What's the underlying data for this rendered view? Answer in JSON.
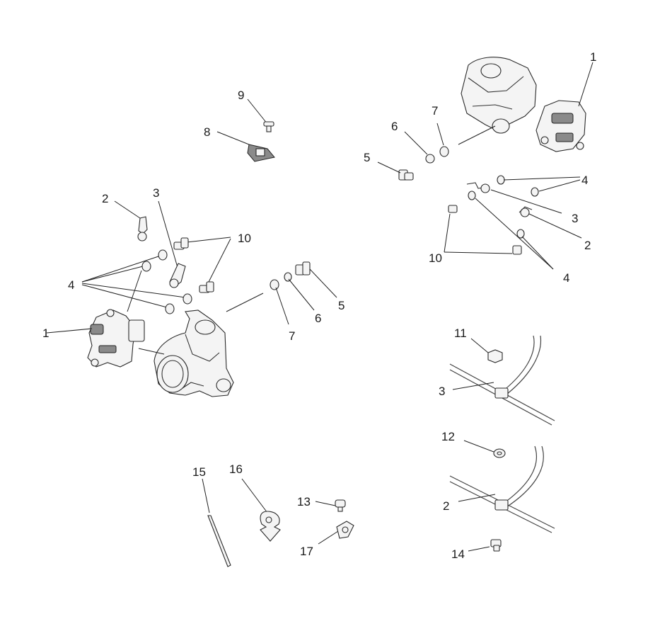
{
  "callouts": {
    "c9": "9",
    "c8": "8",
    "c2_left": "2",
    "c3_left": "3",
    "c4_left": "4",
    "c10_left": "10",
    "c1_left": "1",
    "c5_mid": "5",
    "c6_mid": "6",
    "c7_mid": "7",
    "c1_right": "1",
    "c7_right": "7",
    "c6_right": "6",
    "c5_right": "5",
    "c4_right_top": "4",
    "c3_right": "3",
    "c2_right": "2",
    "c10_right": "10",
    "c4_right_bottom": "4",
    "c11": "11",
    "c3_line": "3",
    "c12": "12",
    "c2_line": "2",
    "c14": "14",
    "c15": "15",
    "c16": "16",
    "c13": "13",
    "c17": "17"
  }
}
